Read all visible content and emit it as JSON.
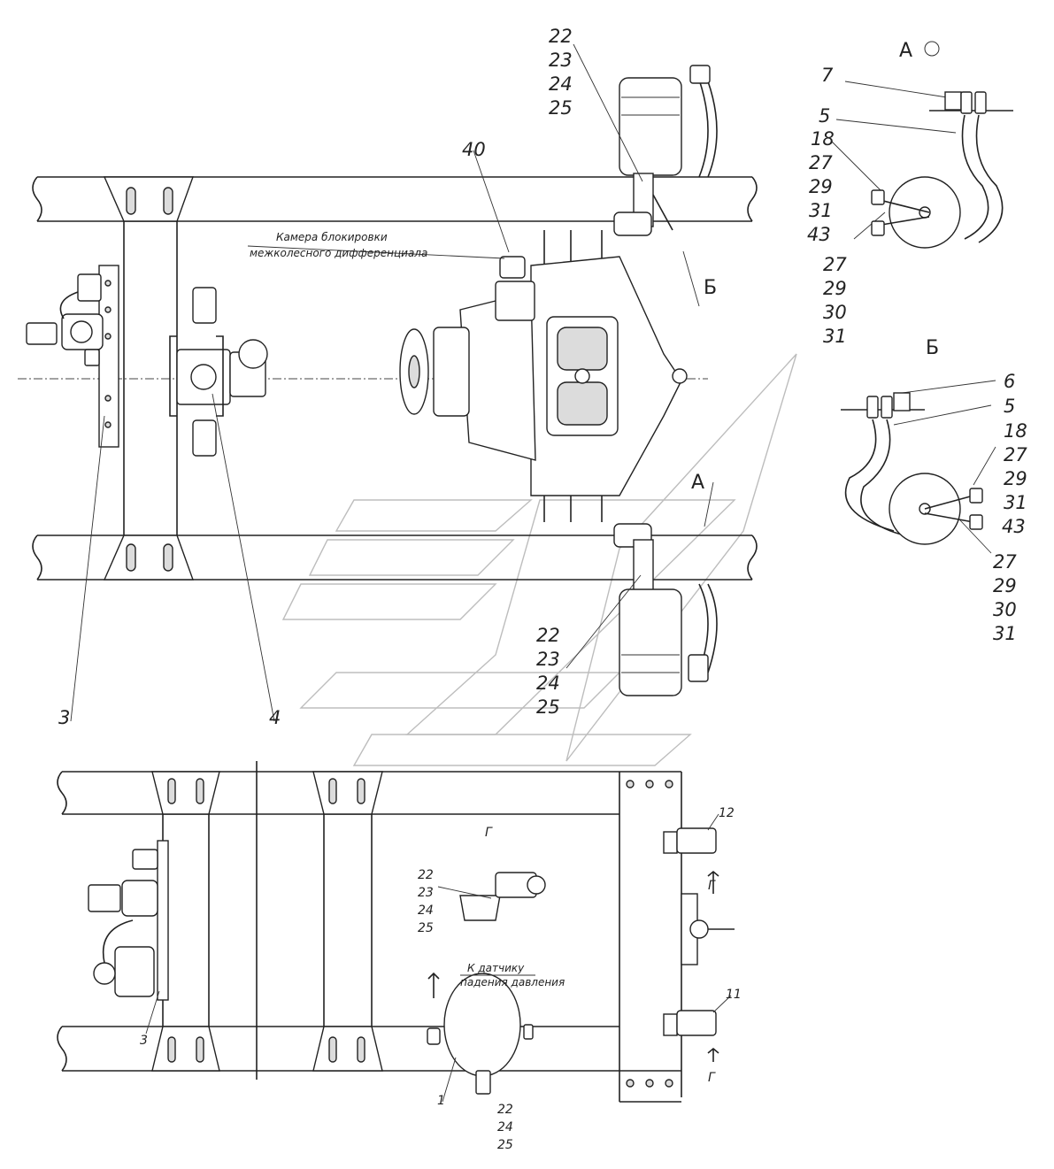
{
  "views": {
    "a": "А",
    "b": "Б",
    "g": "Г"
  },
  "captions": {
    "diff_lock_chamber_1": "Камера блокировки",
    "diff_lock_chamber_2": "межколесного дифференциала",
    "pressure_sensor_1": "К датчику",
    "pressure_sensor_2": "падения давления"
  },
  "callouts": {
    "top_chamber": [
      "22",
      "23",
      "24",
      "25"
    ],
    "bottom_chamber": [
      "22",
      "23",
      "24",
      "25"
    ],
    "valve": "40",
    "bracket_left": "3",
    "bracket_right": "4",
    "view_a_top": [
      "7",
      "5",
      "18",
      "27",
      "29",
      "31",
      "43"
    ],
    "view_a_bottom": [
      "27",
      "29",
      "30",
      "31"
    ],
    "view_b_top": [
      "6",
      "5",
      "18",
      "27",
      "29",
      "31",
      "43"
    ],
    "view_b_bottom": [
      "27",
      "29",
      "30",
      "31"
    ],
    "lower_valve_1": "12",
    "lower_valve_2": "11",
    "lower_fitting": [
      "22",
      "23",
      "24",
      "25"
    ],
    "receiver": "1",
    "receiver_drain": [
      "22",
      "24",
      "25"
    ],
    "lower_bracket": "3"
  }
}
